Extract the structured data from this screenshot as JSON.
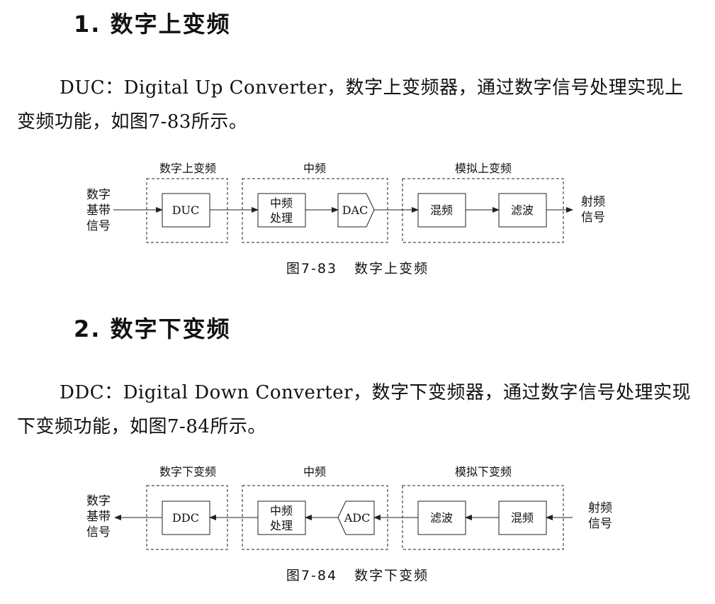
{
  "section1": {
    "heading": "1. 数字上变频",
    "paragraph": "DUC：Digital Up Converter，数字上变频器，通过数字信号处理实现上变频功能，如图7-83所示。"
  },
  "figure1": {
    "groups": [
      "数字上变频",
      "中频",
      "模拟上变频"
    ],
    "input_label": [
      "数字",
      "基带",
      "信号"
    ],
    "output_label": [
      "射频",
      "信号"
    ],
    "blocks": [
      "DUC",
      [
        "中频",
        "处理"
      ],
      "DAC",
      "混频",
      "滤波"
    ],
    "caption": "图7-83 数字上变频"
  },
  "section2": {
    "heading": "2. 数字下变频",
    "paragraph": "DDC：Digital Down Converter，数字下变频器，通过数字信号处理实现下变频功能，如图7-84所示。"
  },
  "figure2": {
    "groups": [
      "数字下变频",
      "中频",
      "模拟下变频"
    ],
    "output_label": [
      "数字",
      "基带",
      "信号"
    ],
    "input_label": [
      "射频",
      "信号"
    ],
    "blocks": [
      "DDC",
      [
        "中频",
        "处理"
      ],
      "ADC",
      "滤波",
      "混频"
    ],
    "caption": "图7-84 数字下变频"
  },
  "colors": {
    "line": "#222222",
    "text": "#111111"
  }
}
